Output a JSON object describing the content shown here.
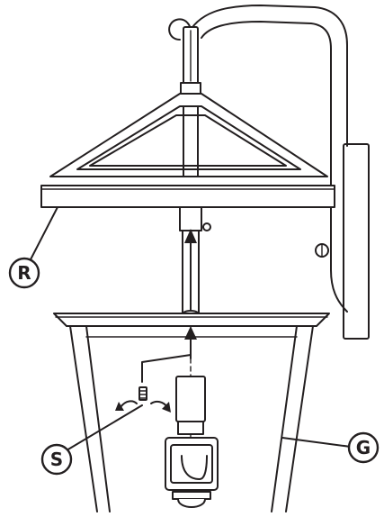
{
  "diagram": {
    "callouts": [
      {
        "id": "R",
        "label": "R"
      },
      {
        "id": "S",
        "label": "S"
      },
      {
        "id": "G",
        "label": "G"
      }
    ],
    "line_color": "#231f20",
    "background_color": "#ffffff"
  }
}
